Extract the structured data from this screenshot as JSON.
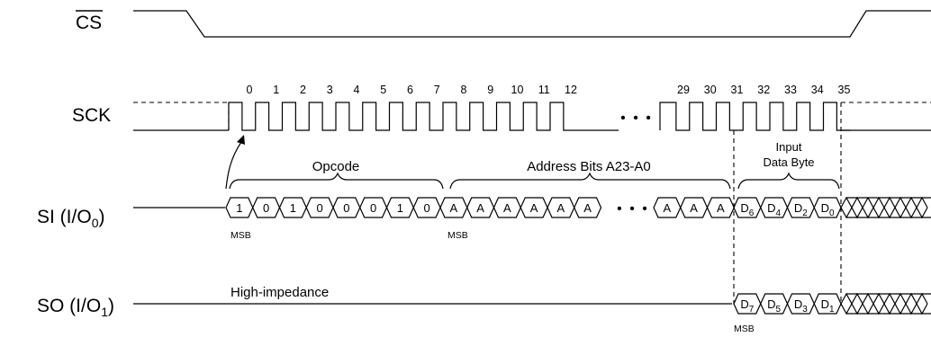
{
  "signals": {
    "cs": "CS",
    "sck": "SCK",
    "si": {
      "main": "SI (I/O",
      "sub": "0",
      "close": ")"
    },
    "so": {
      "main": "SO (I/O",
      "sub": "1",
      "close": ")"
    }
  },
  "clock_labels": [
    "0",
    "1",
    "2",
    "3",
    "4",
    "5",
    "6",
    "7",
    "8",
    "9",
    "10",
    "11",
    "12",
    "29",
    "30",
    "31",
    "32",
    "33",
    "34",
    "35"
  ],
  "phases": {
    "opcode": "Opcode",
    "address": "Address Bits A23-A0",
    "input_line1": "Input",
    "input_line2": "Data Byte",
    "high_z": "High-impedance"
  },
  "si_bits": {
    "opcode": [
      "1",
      "0",
      "1",
      "0",
      "0",
      "0",
      "1",
      "0"
    ],
    "address_first": [
      "A",
      "A",
      "A",
      "A",
      "A",
      "A"
    ],
    "address_last": [
      "A",
      "A",
      "A"
    ],
    "data": [
      {
        "base": "D",
        "sub": "6"
      },
      {
        "base": "D",
        "sub": "4"
      },
      {
        "base": "D",
        "sub": "2"
      },
      {
        "base": "D",
        "sub": "0"
      }
    ]
  },
  "so_bits": {
    "data": [
      {
        "base": "D",
        "sub": "7"
      },
      {
        "base": "D",
        "sub": "5"
      },
      {
        "base": "D",
        "sub": "3"
      },
      {
        "base": "D",
        "sub": "1"
      }
    ]
  },
  "msb_label": "MSB",
  "ellipsis": "• • •"
}
